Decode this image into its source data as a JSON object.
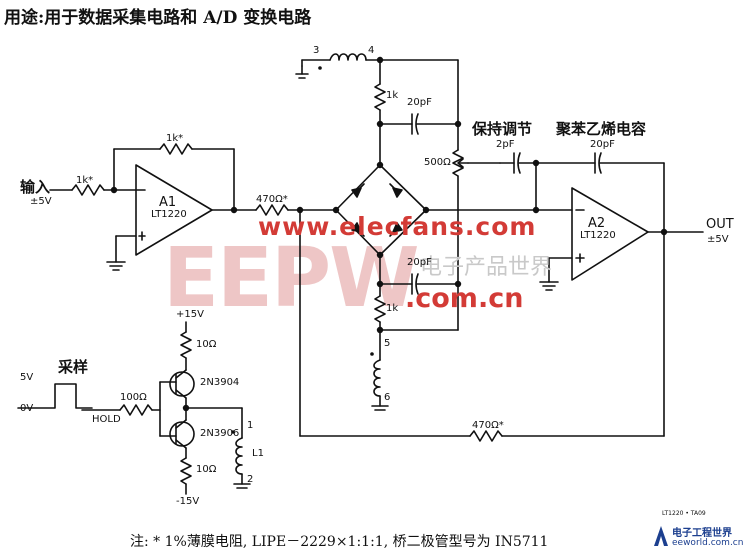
{
  "title": "用途:用于数据采集电路和 A/D 变换电路",
  "footnote": "注: * 1%薄膜电阻, LIPE－2229×1:1:1, 桥二极管型号为 IN5711",
  "figure_code": "LT1220 • TA09",
  "labels": {
    "input": "输入",
    "input_range": "±5V",
    "r_in": "1k*",
    "r_fb": "1k*",
    "a1_name": "A1",
    "a1_part": "LT1220",
    "r470_top": "470Ω*",
    "pin3": "3",
    "pin4": "4",
    "r1k_top": "1k",
    "c20p_top": "20pF",
    "hold_adjust": "保持调节",
    "trim_pot": "500Ω",
    "c2p": "2pF",
    "polystyrene": "聚苯乙烯电容",
    "c20p_fb": "20pF",
    "a2_name": "A2",
    "a2_part": "LT1220",
    "out": "OUT",
    "out_range": "±5V",
    "c20p_bot": "20pF",
    "r1k_bot": "1k",
    "pin5": "5",
    "pin6": "6",
    "plus15": "+15V",
    "r10_top": "10Ω",
    "q1": "2N3904",
    "q2": "2N3906",
    "r10_bot": "10Ω",
    "minus15": "-15V",
    "sample": "采样",
    "v5": "5V",
    "v0": "0V",
    "hold": "HOLD",
    "r100": "100Ω",
    "l1": "L1",
    "l1_pin1": "1",
    "l1_pin2": "2",
    "r470_bot": "470Ω*"
  },
  "watermark": {
    "domain": "www.elecfans.com",
    "letters": "EEPW",
    "cn": "电子产品世界",
    "com": ".com.cn"
  },
  "corner_logo": {
    "name": "电子工程世界",
    "url": "eeworld.com.cn"
  },
  "colors": {
    "ink": "#111111",
    "watermark_red": "#d33b36",
    "watermark_gray": "#c9c9c9",
    "logo_blue": "#1c3f8f"
  }
}
